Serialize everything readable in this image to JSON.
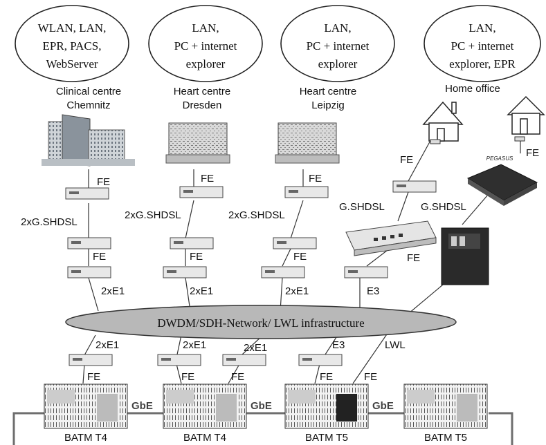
{
  "clouds": [
    {
      "lines": [
        "WLAN, LAN,",
        "EPR, PACS,",
        "WebServer"
      ]
    },
    {
      "lines": [
        "LAN,",
        "PC + internet",
        "explorer"
      ]
    },
    {
      "lines": [
        "LAN,",
        "PC + internet",
        "explorer"
      ]
    },
    {
      "lines": [
        "LAN,",
        "PC + internet",
        "explorer, EPR"
      ]
    }
  ],
  "sites": [
    {
      "line1": "Clinical centre",
      "line2": "Chemnitz"
    },
    {
      "line1": "Heart centre",
      "line2": "Dresden"
    },
    {
      "line1": "Heart centre",
      "line2": "Leipzig"
    },
    {
      "line1": "Home office",
      "line2": ""
    }
  ],
  "links": {
    "fe": "FE",
    "shdsl2": "2xG.SHDSL",
    "shdsl": "G.SHDSL",
    "e1x2": "2xE1",
    "e3": "E3",
    "lwl": "LWL",
    "gbe": "GbE"
  },
  "network": {
    "label": "DWDM/SDH-Network/ LWL infrastructure"
  },
  "router_brand": "PEGASUS",
  "switches": [
    "BATM T4",
    "BATM T4",
    "BATM T5",
    "BATM T5"
  ],
  "colors": {
    "background": "#ffffff",
    "network_fill": "#b8b8b8",
    "line": "#333333",
    "ring": "#6e6e6e",
    "device": "#e8e8e8"
  }
}
